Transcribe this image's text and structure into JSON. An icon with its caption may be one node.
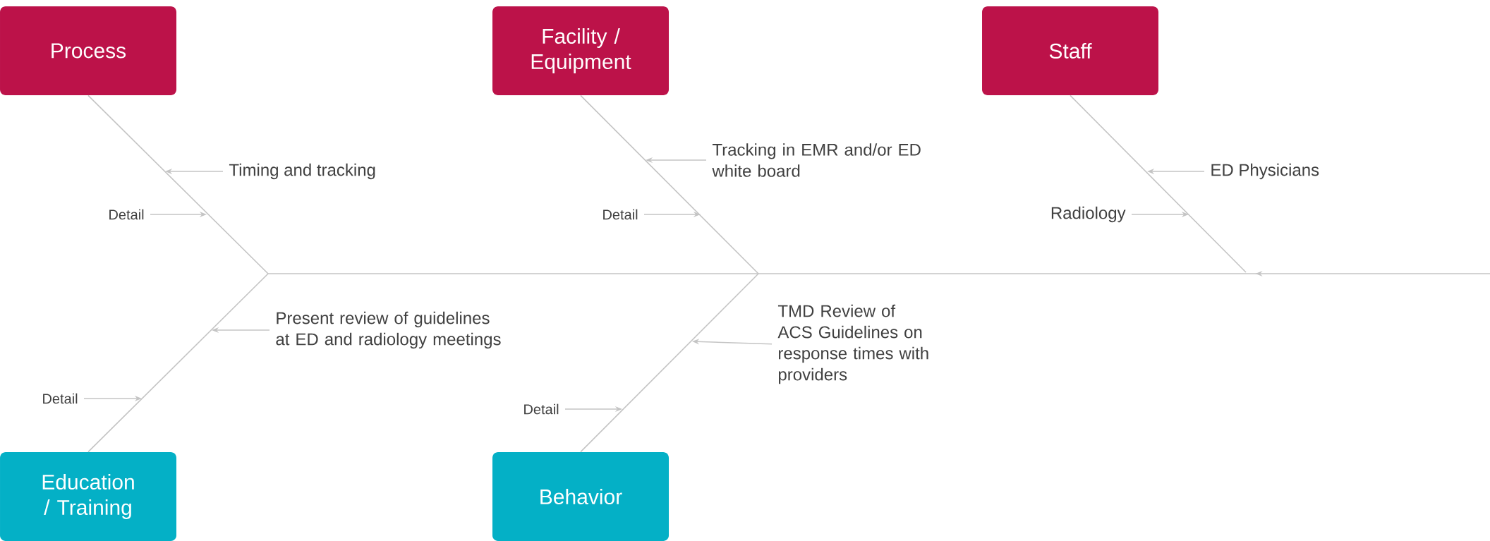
{
  "diagram": {
    "nodes": [
      {
        "text": [
          "Process"
        ]
      },
      {
        "text": [
          "Facility / Equipment"
        ]
      },
      {
        "text": [
          "Staff"
        ]
      },
      {
        "text": [
          "Education / Training"
        ]
      },
      {
        "text": [
          "Behavior"
        ]
      },
      {
        "text": [
          "Timing and tracking"
        ]
      },
      {
        "text": [
          "Detail"
        ]
      },
      {
        "text": [
          "Tracking in EMR and/or ED white board"
        ]
      },
      {
        "text": [
          "Detail"
        ]
      },
      {
        "text": [
          "ED Physicians"
        ]
      },
      {
        "text": [
          "Radiology"
        ]
      },
      {
        "text": [
          "Present review of guidelines at ED and radiology meetings"
        ]
      },
      {
        "text": [
          "Detail"
        ]
      },
      {
        "text": [
          "TMD Review of ACS Guidelines on response times with providers"
        ]
      },
      {
        "text": [
          "Detail"
        ]
      }
    ],
    "edges": [
      {
        "from": 0,
        "to": null,
        "arrow": "none"
      },
      {
        "from": 1,
        "to": null,
        "arrow": "none"
      },
      {
        "from": 2,
        "to": null,
        "arrow": "none"
      },
      {
        "from": 3,
        "to": null,
        "arrow": "none"
      },
      {
        "from": 4,
        "to": null,
        "arrow": "none"
      },
      {
        "from": 5,
        "to": null,
        "arrow": "to"
      },
      {
        "from": 6,
        "to": null,
        "arrow": "to"
      },
      {
        "from": 7,
        "to": null,
        "arrow": "to"
      },
      {
        "from": 8,
        "to": null,
        "arrow": "to"
      },
      {
        "from": 9,
        "to": null,
        "arrow": "to"
      },
      {
        "from": 10,
        "to": null,
        "arrow": "to"
      },
      {
        "from": 11,
        "to": null,
        "arrow": "to"
      },
      {
        "from": 12,
        "to": null,
        "arrow": "to"
      },
      {
        "from": 13,
        "to": null,
        "arrow": "to"
      },
      {
        "from": 14,
        "to": null,
        "arrow": "to"
      }
    ]
  }
}
